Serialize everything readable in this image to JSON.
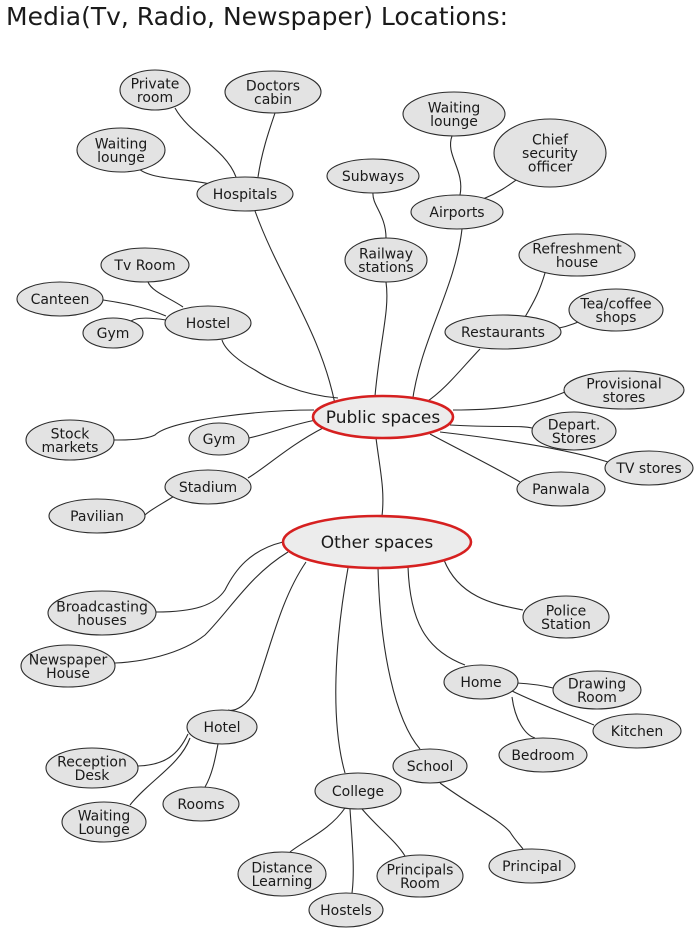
{
  "title": "Media(Tv, Radio, Newspaper) Locations:",
  "nodes": {
    "private_room": [
      "Private",
      "room"
    ],
    "doctors_cabin": [
      "Doctors",
      "cabin"
    ],
    "hospital_waiting_lounge": [
      "Waiting",
      "lounge"
    ],
    "hospitals": [
      "Hospitals"
    ],
    "airport_waiting_lounge": [
      "Waiting",
      "lounge"
    ],
    "chief_security_officer": [
      "Chief",
      "security",
      "officer"
    ],
    "subways": [
      "Subways"
    ],
    "airports": [
      "Airports"
    ],
    "railway_stations": [
      "Railway",
      "stations"
    ],
    "tv_room": [
      "Tv Room"
    ],
    "canteen": [
      "Canteen"
    ],
    "hostel_gym": [
      "Gym"
    ],
    "hostel": [
      "Hostel"
    ],
    "refreshment_house": [
      "Refreshment",
      "house"
    ],
    "tea_coffee_shops": [
      "Tea/coffee",
      "shops"
    ],
    "restaurants": [
      "Restaurants"
    ],
    "provisional_stores": [
      "Provisional",
      "stores"
    ],
    "public_spaces": [
      "Public spaces"
    ],
    "stock_markets": [
      "Stock",
      "markets"
    ],
    "gym": [
      "Gym"
    ],
    "depart_stores": [
      "Depart.",
      "Stores"
    ],
    "tv_stores": [
      "TV stores"
    ],
    "stadium": [
      "Stadium"
    ],
    "panwala": [
      "Panwala"
    ],
    "pavilian": [
      "Pavilian"
    ],
    "other_spaces": [
      "Other spaces"
    ],
    "broadcasting_houses": [
      "Broadcasting",
      "houses"
    ],
    "police_station": [
      "Police",
      "Station"
    ],
    "newspaper_house": [
      "Newspaper",
      "House"
    ],
    "home": [
      "Home"
    ],
    "drawing_room": [
      "Drawing",
      "Room"
    ],
    "hotel": [
      "Hotel"
    ],
    "kitchen": [
      "Kitchen"
    ],
    "bedroom": [
      "Bedroom"
    ],
    "reception_desk": [
      "Reception",
      "Desk"
    ],
    "school": [
      "School"
    ],
    "college": [
      "College"
    ],
    "rooms": [
      "Rooms"
    ],
    "waiting_lounge_hotel": [
      "Waiting",
      "Lounge"
    ],
    "distance_learning": [
      "Distance",
      "Learning"
    ],
    "principals_room": [
      "Principals",
      "Room"
    ],
    "principal": [
      "Principal"
    ],
    "hostels": [
      "Hostels"
    ]
  },
  "edges": [
    [
      "hospitals",
      "private_room"
    ],
    [
      "hospitals",
      "doctors_cabin"
    ],
    [
      "hospitals",
      "hospital_waiting_lounge"
    ],
    [
      "public_spaces",
      "hospitals"
    ],
    [
      "airports",
      "airport_waiting_lounge"
    ],
    [
      "airports",
      "chief_security_officer"
    ],
    [
      "public_spaces",
      "airports"
    ],
    [
      "railway_stations",
      "subways"
    ],
    [
      "public_spaces",
      "railway_stations"
    ],
    [
      "hostel",
      "tv_room"
    ],
    [
      "hostel",
      "canteen"
    ],
    [
      "hostel",
      "hostel_gym"
    ],
    [
      "public_spaces",
      "hostel"
    ],
    [
      "restaurants",
      "refreshment_house"
    ],
    [
      "restaurants",
      "tea_coffee_shops"
    ],
    [
      "public_spaces",
      "restaurants"
    ],
    [
      "public_spaces",
      "provisional_stores"
    ],
    [
      "public_spaces",
      "depart_stores"
    ],
    [
      "public_spaces",
      "tv_stores"
    ],
    [
      "public_spaces",
      "panwala"
    ],
    [
      "public_spaces",
      "stock_markets"
    ],
    [
      "public_spaces",
      "gym"
    ],
    [
      "public_spaces",
      "stadium"
    ],
    [
      "stadium",
      "pavilian"
    ],
    [
      "public_spaces",
      "other_spaces"
    ],
    [
      "other_spaces",
      "broadcasting_houses"
    ],
    [
      "other_spaces",
      "newspaper_house"
    ],
    [
      "other_spaces",
      "hotel"
    ],
    [
      "other_spaces",
      "college"
    ],
    [
      "other_spaces",
      "school"
    ],
    [
      "other_spaces",
      "home"
    ],
    [
      "other_spaces",
      "police_station"
    ],
    [
      "home",
      "drawing_room"
    ],
    [
      "home",
      "kitchen"
    ],
    [
      "home",
      "bedroom"
    ],
    [
      "hotel",
      "reception_desk"
    ],
    [
      "hotel",
      "waiting_lounge_hotel"
    ],
    [
      "hotel",
      "rooms"
    ],
    [
      "college",
      "distance_learning"
    ],
    [
      "college",
      "hostels"
    ],
    [
      "college",
      "principals_room"
    ],
    [
      "school",
      "principal"
    ]
  ]
}
